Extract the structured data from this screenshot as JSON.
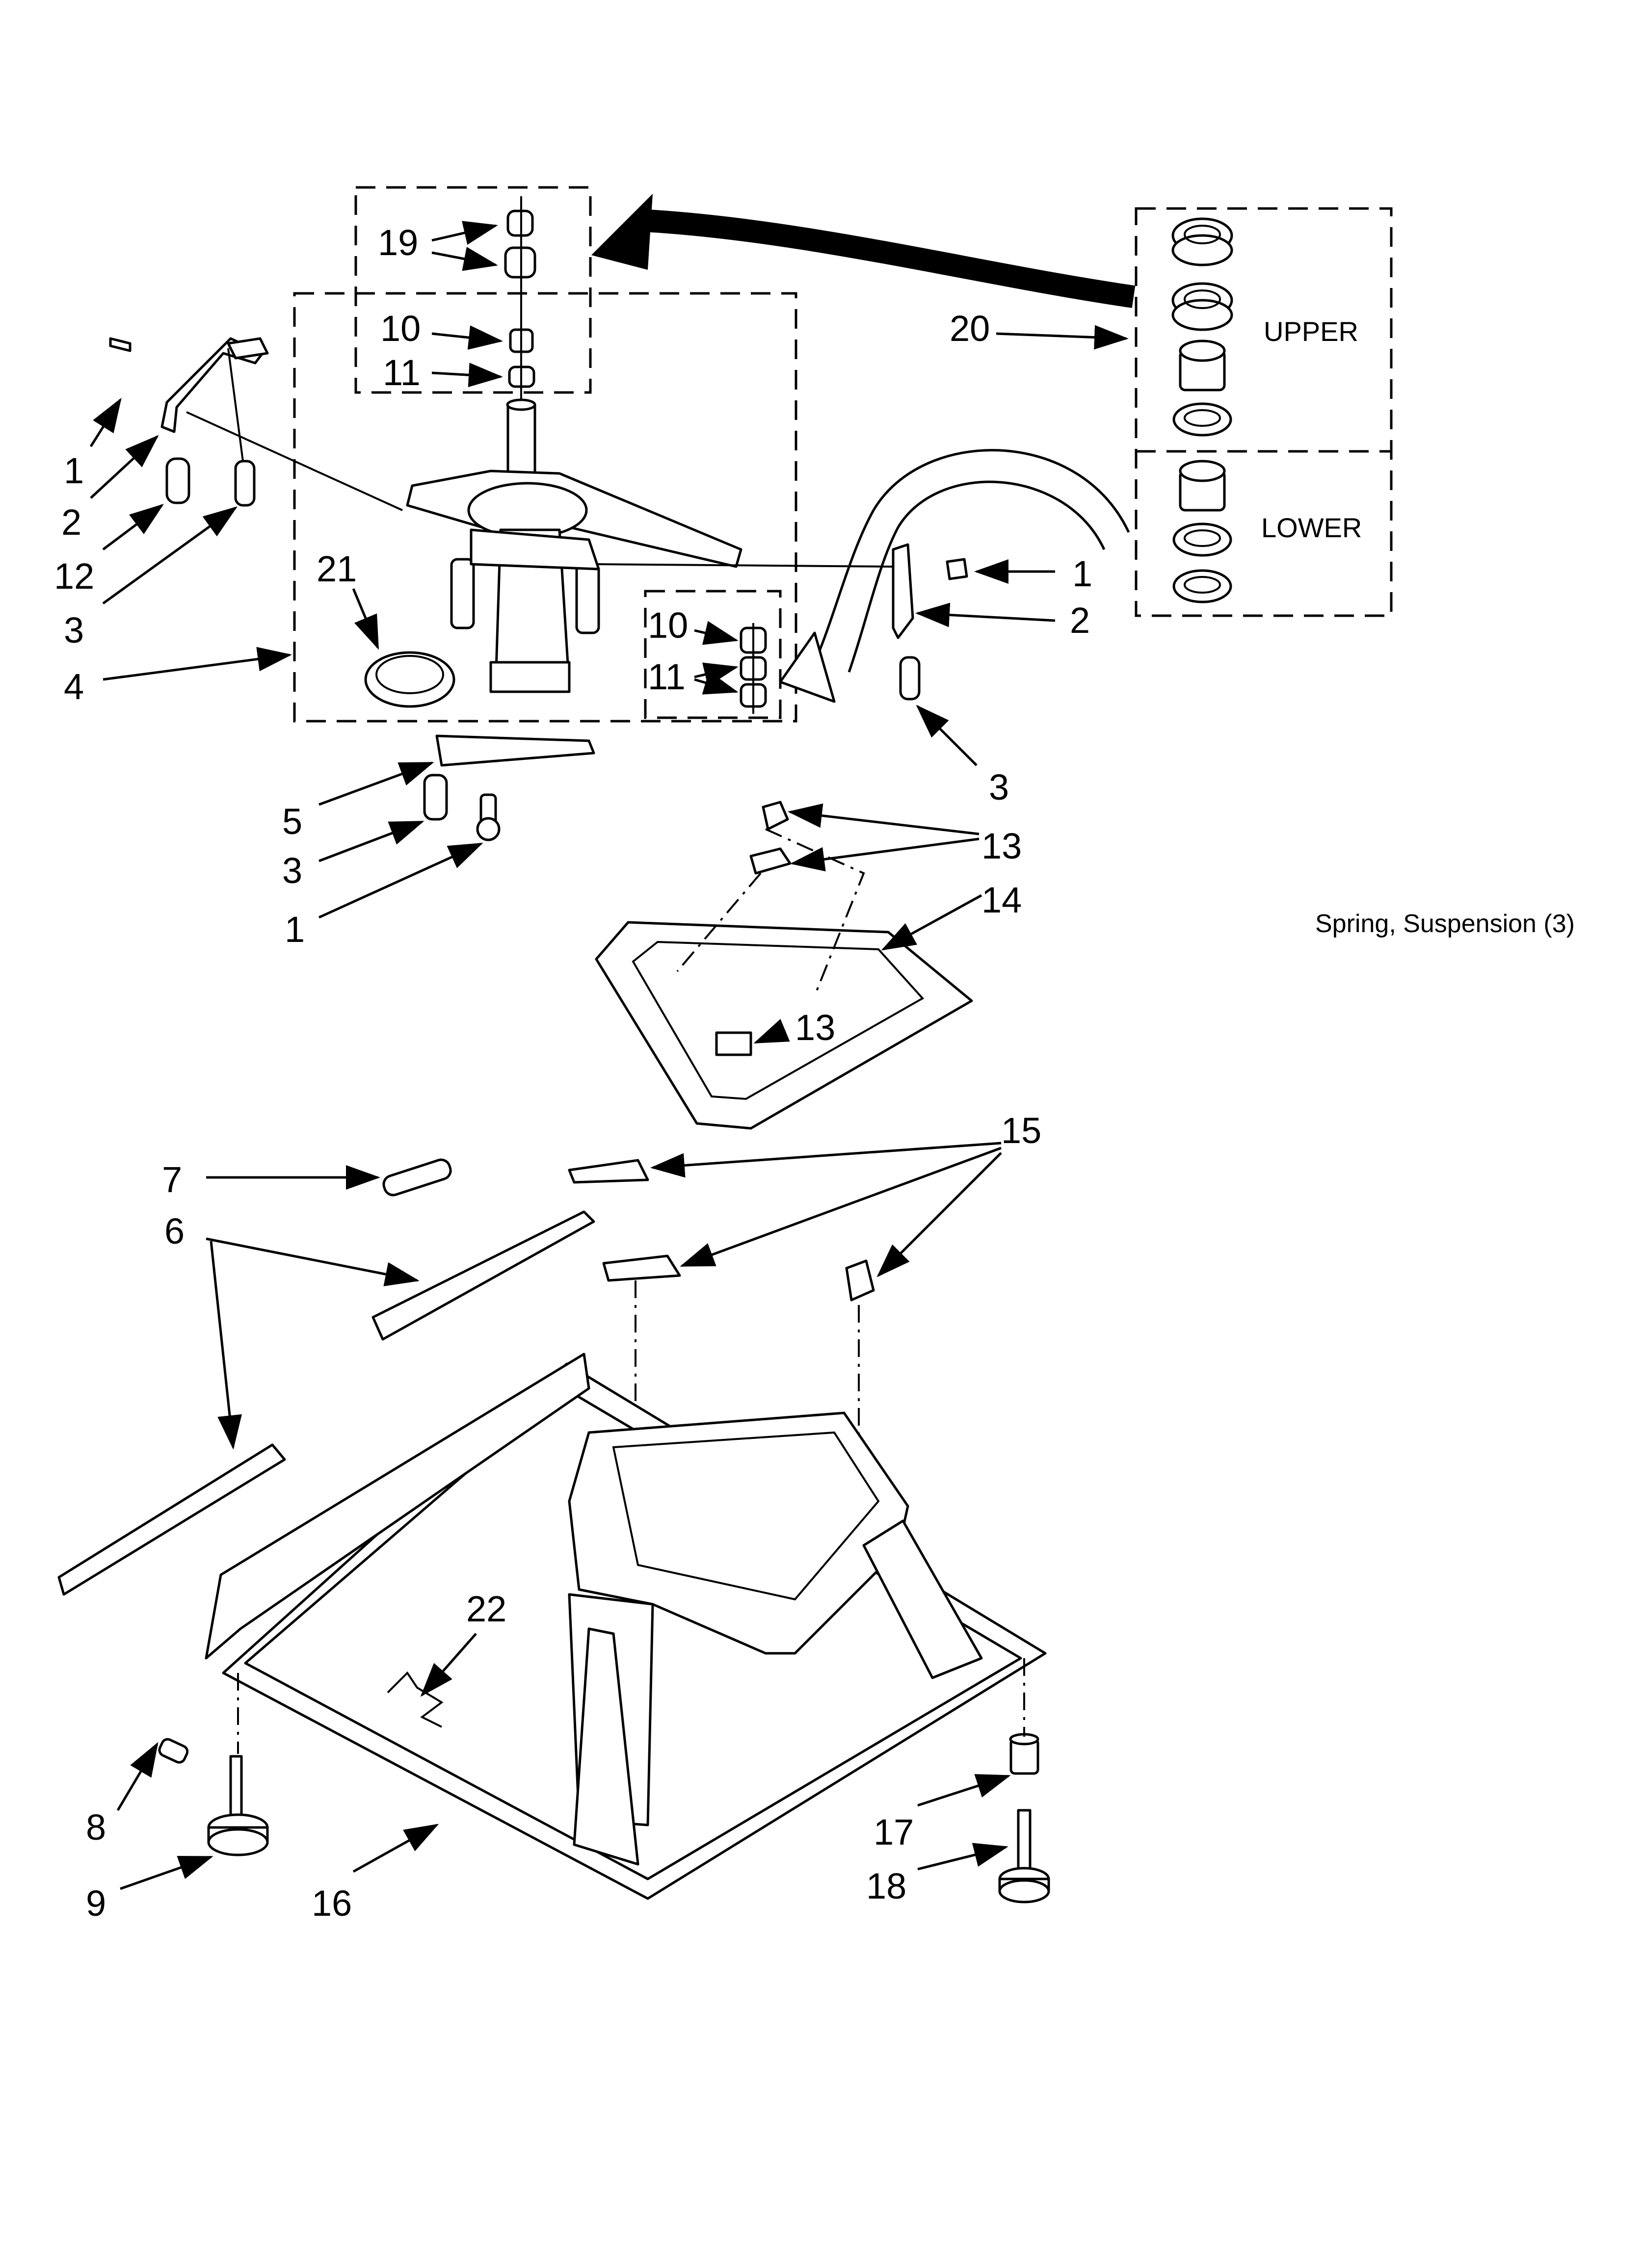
{
  "caption": "Spring, Suspension (3)",
  "box_labels": {
    "upper": "UPPER",
    "lower": "LOWER"
  },
  "callouts": {
    "c19": "19",
    "c10a": "10",
    "c11a": "11",
    "c1a": "1",
    "c2a": "2",
    "c12": "12",
    "c3a": "3",
    "c4": "4",
    "c21": "21",
    "c10b": "10",
    "c11b": "11",
    "c1b": "1",
    "c2b": "2",
    "c3b": "3",
    "c5": "5",
    "c3c": "3",
    "c1c": "1",
    "c13a": "13",
    "c14": "14",
    "c13b": "13",
    "c20": "20",
    "c7": "7",
    "c6": "6",
    "c15": "15",
    "c22": "22",
    "c8": "8",
    "c9": "9",
    "c16": "16",
    "c17": "17",
    "c18": "18"
  }
}
